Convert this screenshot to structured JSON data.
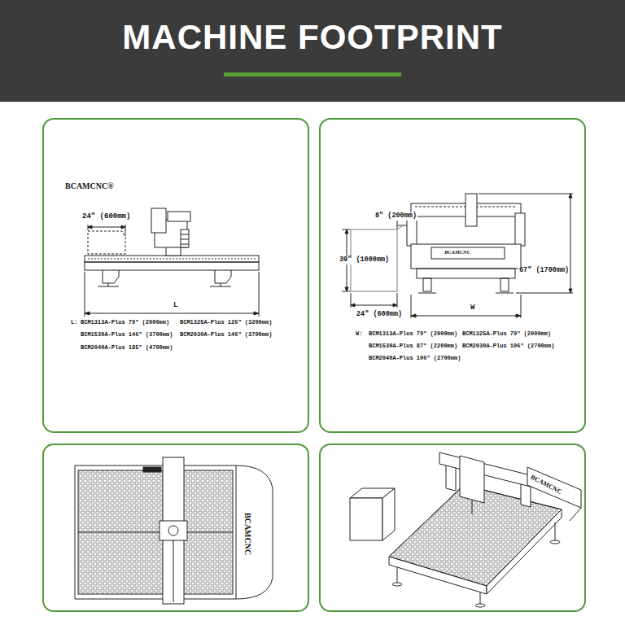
{
  "diagram": {
    "title": "MACHINE FOOTPRINT",
    "nodes": [
      {
        "text": [
          "BCAMCNC®",
          "24\" (600mm)",
          "L",
          "L:",
          "BCM1313A-Plus 79\" (2000mm)",
          "BCM1325A-Plus 126\" (3200mm)",
          "BCM1530A-Plus 146\" (3700mm)",
          "BCM2030A-Plus 146\" (3700mm)",
          "BCM2040A-Plus 185\" (4700mm)"
        ]
      },
      {
        "text": [
          "8\" (200mm)",
          "39\" (1000mm)",
          "BCAMCNC",
          "67\" (1700mm)",
          "24\" (600mm)",
          "W",
          "W:",
          "BCM1313A-Plus 79\" (2000mm)",
          "BCM1325A-Plus 79\" (2000mm)",
          "BCM1530A-Plus 87\" (2200mm)",
          "BCM2030A-Plus 106\" (2700mm)",
          "BCM2040A-Plus 106\" (2700mm)"
        ]
      },
      {
        "text": [
          "BCAMCNC"
        ]
      },
      {
        "text": [
          "BCAMCNC"
        ]
      }
    ]
  }
}
